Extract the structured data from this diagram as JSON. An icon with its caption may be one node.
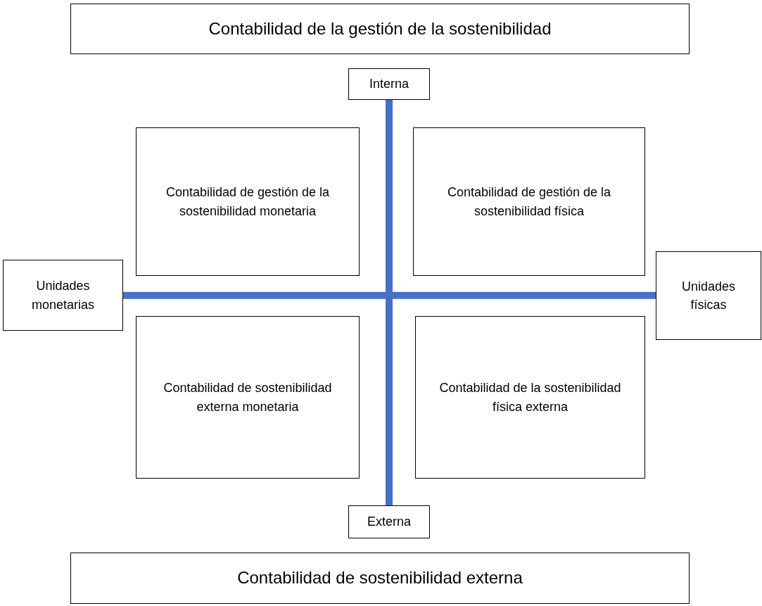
{
  "diagram": {
    "nodes": [
      {
        "text": [
          "Contabilidad de la gestión de la sostenibilidad"
        ]
      },
      {
        "text": [
          "Interna"
        ]
      },
      {
        "text": [
          "Contabilidad de gestión de la sostenibilidad monetaria"
        ]
      },
      {
        "text": [
          "Contabilidad de gestión de la sostenibilidad física"
        ]
      },
      {
        "text": [
          "Unidades monetarias"
        ]
      },
      {
        "text": [
          "Unidades físicas"
        ]
      },
      {
        "text": [
          "Contabilidad de sostenibilidad externa monetaria"
        ]
      },
      {
        "text": [
          "Contabilidad de la sostenibilidad física externa"
        ]
      },
      {
        "text": [
          "Externa"
        ]
      },
      {
        "text": [
          "Contabilidad de sostenibilidad externa"
        ]
      }
    ],
    "edges": [
      {
        "from": 1,
        "to": 8,
        "arrow": "none"
      },
      {
        "from": 4,
        "to": 5,
        "arrow": "none"
      }
    ]
  }
}
